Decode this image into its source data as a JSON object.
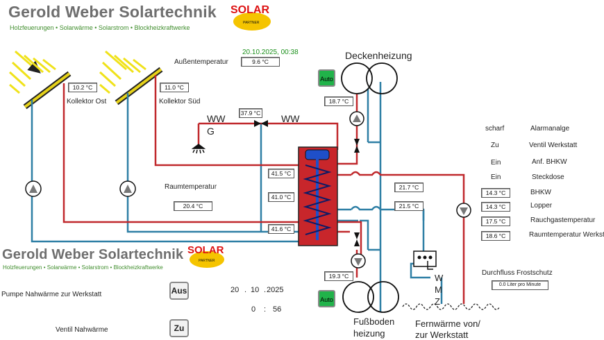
{
  "header": {
    "company": "Gerold Weber Solartechnik",
    "tagline": "Holzfeuerungen • Solarwärme • Solarstrom • Blockheizkraftwerke",
    "logo_text": "SOLAR",
    "logo_sub": "PARTNER"
  },
  "datetime": "20.10.2025, 00:38",
  "outside": {
    "label": "Außentemperatur",
    "value": "9.6 °C"
  },
  "collectors": {
    "east": {
      "label": "Kollektor Ost",
      "value": "10.2 °C"
    },
    "south": {
      "label": "Kollektor Süd",
      "value": "11.0 °C"
    }
  },
  "ww": {
    "left": "WW",
    "left_sub": "G",
    "right": "WW",
    "temp": "37.9 °C"
  },
  "room": {
    "label": "Raumtemperatur",
    "value": "20.4 °C"
  },
  "tank": {
    "top": "41.5 °C",
    "mid": "41.0 °C",
    "bottom": "41.6 °C"
  },
  "ceiling": {
    "label": "Deckenheizung",
    "auto": "Auto",
    "temp": "18.7 °C"
  },
  "floor": {
    "label1": "Fußboden",
    "label2": "heizung",
    "auto": "Auto",
    "temp": "19.3 °C"
  },
  "lines": {
    "t1": "21.7 °C",
    "t2": "21.5 °C"
  },
  "status": [
    {
      "state": "scharf",
      "label": "Alarmanalge"
    },
    {
      "state": "Zu",
      "label": "Ventil Werkstatt"
    },
    {
      "state": "Ein",
      "label": "Anf. BHKW"
    },
    {
      "state": "Ein",
      "label": "Steckdose"
    }
  ],
  "temps": [
    {
      "value": "14.3 °C",
      "label": "BHKW"
    },
    {
      "value": "14.3 °C",
      "label": "Lopper"
    },
    {
      "value": "17.5 °C",
      "label": "Rauchgastemperatur"
    },
    {
      "value": "18.6 °C",
      "label": "Raumtemperatur Werkstatt"
    }
  ],
  "flow": {
    "label": "Durchfluss Frostschutz",
    "value": "0.0 Liter pro Minute"
  },
  "wmz": {
    "w": "W",
    "m": "M",
    "z": "Z"
  },
  "fernwaerme": {
    "line1": "Fernwärme von/",
    "line2": "zur Werkstatt"
  },
  "panel": {
    "pump_label": "Pumpe  Nahwärme zur Werkstatt",
    "pump_btn": "Aus",
    "valve_label": "Ventil Nahwärme",
    "valve_btn": "Zu",
    "date_d": "20",
    "date_m": "10",
    "date_y": "2025",
    "time_h": "0",
    "time_m": "56",
    "dot": ".",
    "colon": ":"
  },
  "colors": {
    "red": "#c0282c",
    "blue": "#2e7fa5",
    "tank": "#c8262b",
    "green": "#21b34a"
  }
}
